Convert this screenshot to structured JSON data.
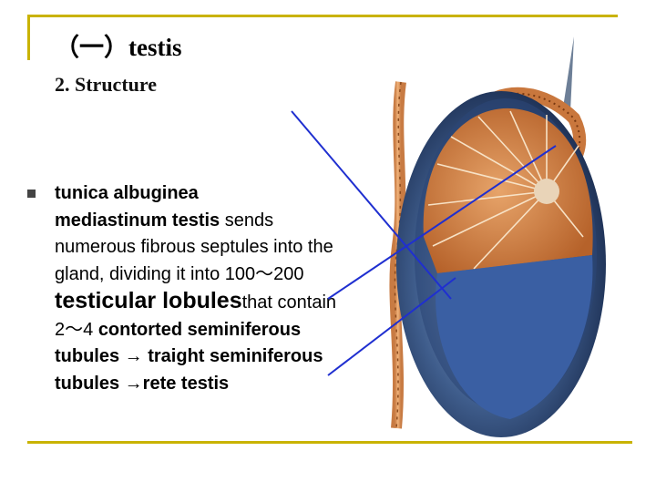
{
  "slide": {
    "title": "（一）testis",
    "subtitle": "2. Structure",
    "line1": " tunica albuginea",
    "line2_bold": " mediastinum testis",
    "line2_rest": " sends numerous fibrous septules into the gland, dividing it into ",
    "count": "100～200 ",
    "testicular_lobules": "testicular lobules",
    "lobules_rest": "that contain 2～4 ",
    "tubules_chain": "contorted seminiferous tubules → traight seminiferous tubules →rete testis"
  },
  "colors": {
    "accent": "#c9b300",
    "pointer_lines": "#1f2fd0"
  },
  "icons": [
    "testis-illustration"
  ]
}
